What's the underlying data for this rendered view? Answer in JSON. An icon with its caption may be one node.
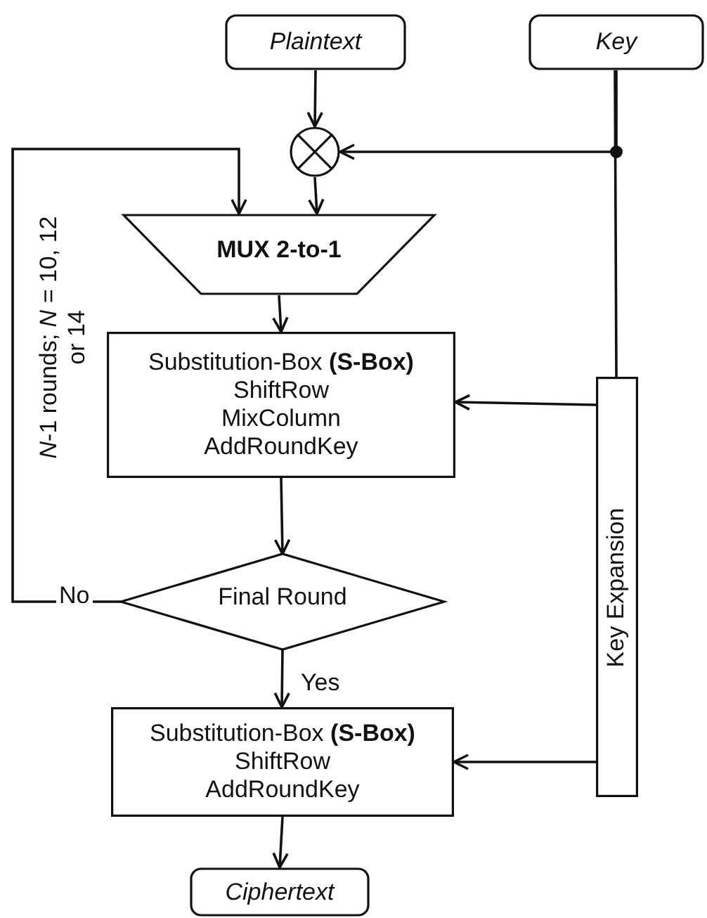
{
  "diagram": {
    "nodes": [
      {
        "text": [
          "Plaintext"
        ]
      },
      {
        "text": [
          "Key"
        ]
      },
      {
        "text": [],
        "shape": "circle"
      },
      {
        "text": [
          "MUX 2-to-1"
        ]
      },
      {
        "text": [
          "Substitution-Box **(S-Box)**",
          "ShiftRow",
          "MixColumn",
          "AddRoundKey"
        ]
      },
      {
        "text": [
          "Final Round"
        ]
      },
      {
        "text": [
          "Substitution-Box **(S-Box)**",
          "ShiftRow",
          "AddRoundKey"
        ]
      },
      {
        "text": [
          "Ciphertext"
        ]
      },
      {
        "text": [
          "Key Expansion"
        ]
      }
    ],
    "edges": [
      {
        "from": 0,
        "to": 2,
        "arrow": "to"
      },
      {
        "from": 1,
        "to": 2,
        "arrow": "to"
      },
      {
        "from": 2,
        "to": 3,
        "arrow": "to"
      },
      {
        "from": 3,
        "to": 4,
        "arrow": "to"
      },
      {
        "from": 4,
        "to": 5,
        "arrow": "to"
      },
      {
        "from": 5,
        "to": 3,
        "arrow": "to",
        "label": "No"
      },
      {
        "from": 5,
        "to": 6,
        "arrow": "to",
        "label": "Yes"
      },
      {
        "from": 6,
        "to": 7,
        "arrow": "to"
      },
      {
        "from": 8,
        "to": 4,
        "arrow": "to"
      },
      {
        "from": 8,
        "to": 6,
        "arrow": "to"
      },
      {
        "from": 1,
        "to": 8,
        "arrow": "none"
      }
    ],
    "labels": [
      "*N*-1 rounds; *N* = 10, 12 or 14"
    ]
  }
}
